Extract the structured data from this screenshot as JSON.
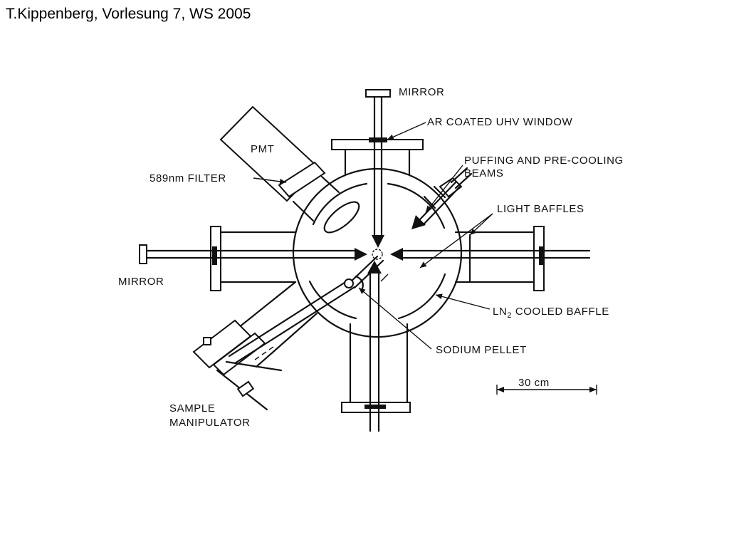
{
  "header": {
    "text": "T.Kippenberg, Vorlesung 7, WS 2005"
  },
  "labels": {
    "mirror_top": "MIRROR",
    "ar_window": "AR COATED UHV WINDOW",
    "puffing_1": "PUFFING AND PRE-COOLING",
    "puffing_2": "BEAMS",
    "light_baffles": "LIGHT BAFFLES",
    "pmt": "PMT",
    "filter": "589nm FILTER",
    "mirror_left": "MIRROR",
    "ln2_cooled_pre": "LN",
    "ln2_cooled_sub": "2",
    "ln2_cooled_post": " COOLED BAFFLE",
    "sodium_pellet": "SODIUM PELLET",
    "scale": "30 cm",
    "sample_1": "SAMPLE",
    "sample_2": "MANIPULATOR"
  }
}
